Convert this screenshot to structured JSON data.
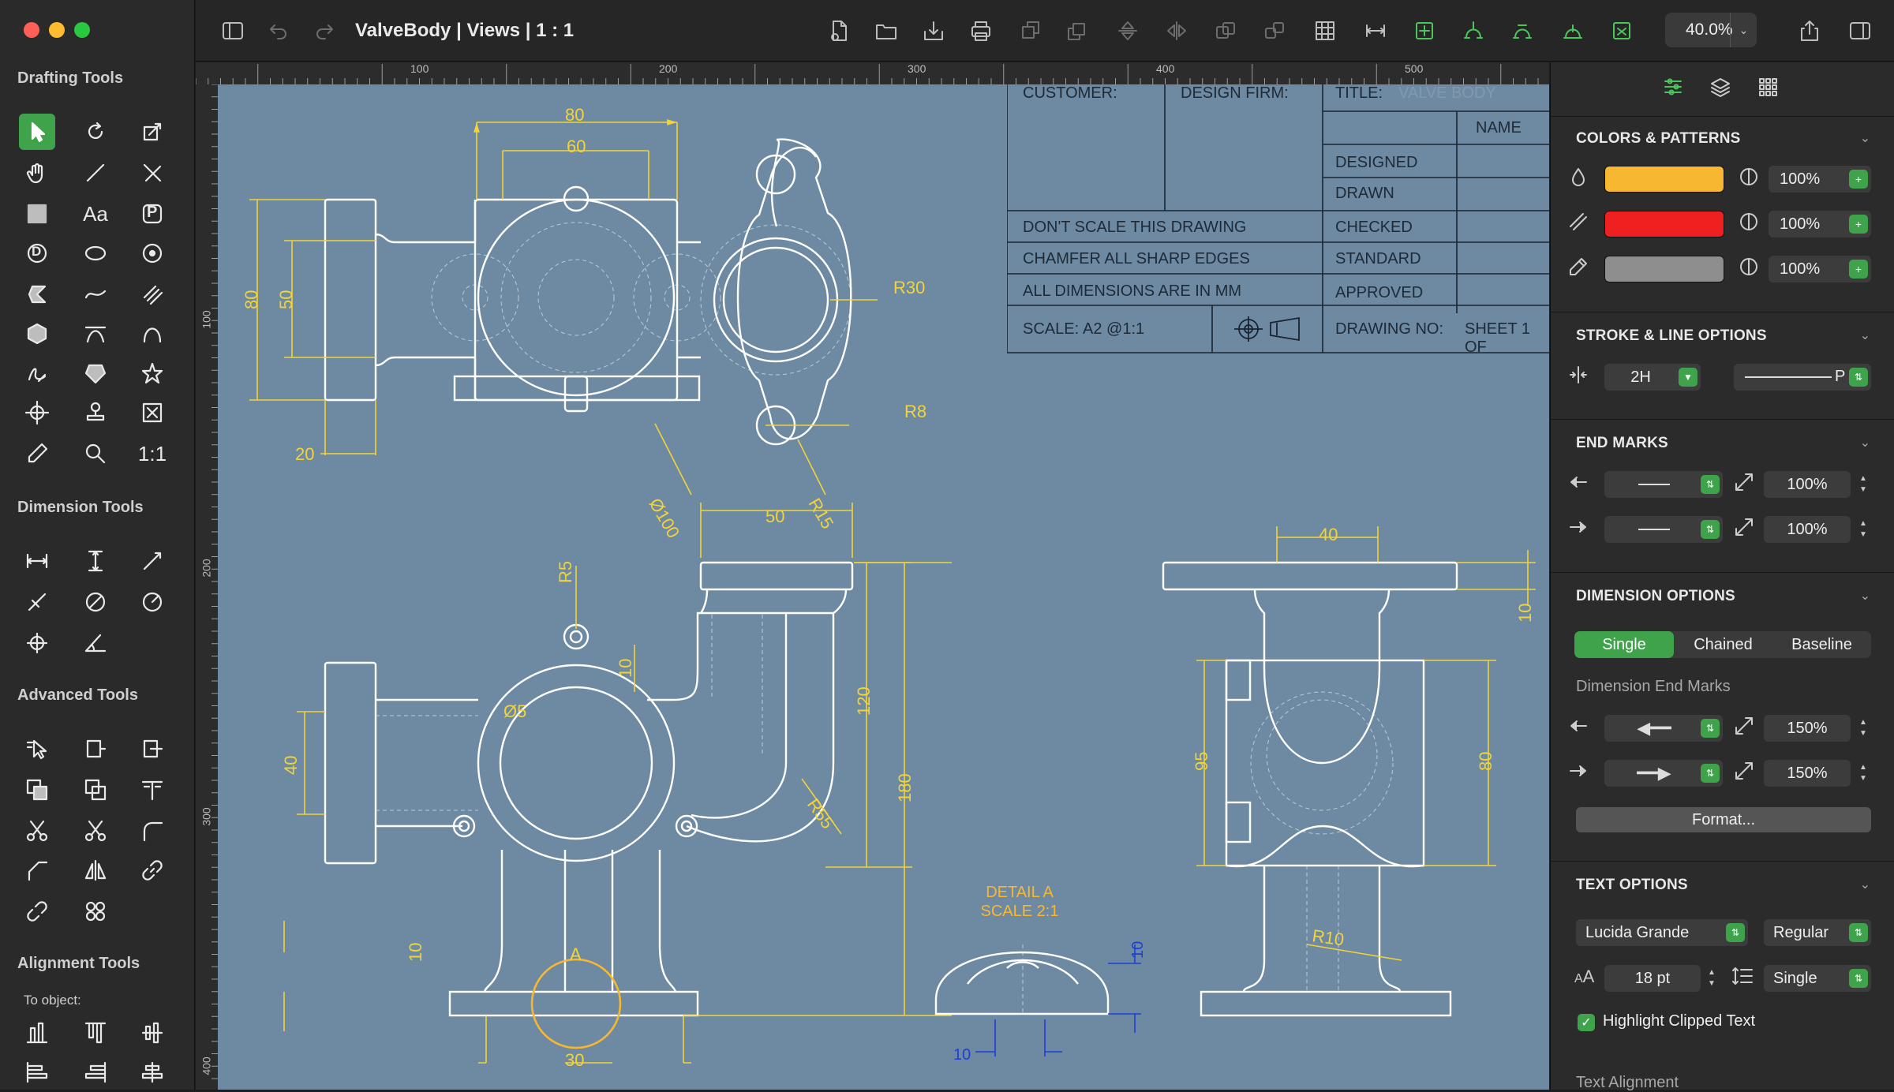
{
  "window": {
    "title": "ValveBody | Views | 1 : 1"
  },
  "sidebar": {
    "sections": {
      "drafting": "Drafting Tools",
      "dimension": "Dimension Tools",
      "advanced": "Advanced Tools",
      "alignment": "Alignment Tools",
      "alignment_sub": "To object:"
    },
    "tool_text_labels": {
      "text": "Aa",
      "scale": "1:1",
      "point": "P",
      "diameter": "D"
    }
  },
  "toolbar": {
    "zoom": "40.0%"
  },
  "rulers": {
    "top_labels": [
      "100",
      "200",
      "300",
      "400",
      "500"
    ],
    "left_labels": [
      "100",
      "200",
      "300",
      "400"
    ]
  },
  "title_block": {
    "customer": "CUSTOMER:",
    "design_firm": "DESIGN FIRM:",
    "title": "TITLE:",
    "title_value": "VALVE BODY",
    "name_header": "NAME",
    "rows": [
      "DESIGNED",
      "DRAWN",
      "CHECKED",
      "STANDARD",
      "APPROVED"
    ],
    "notes": [
      "DON'T SCALE THIS DRAWING",
      "CHAMFER ALL SHARP EDGES",
      "ALL DIMENSIONS ARE IN MM"
    ],
    "scale_label": "SCALE:",
    "scale_value": "A2 @1:1",
    "drawing_no": "DRAWING NO:",
    "sheet": "SHEET 1 OF"
  },
  "drawing": {
    "dims_top_view": [
      "80",
      "60",
      "80",
      "50",
      "20",
      "R30",
      "R8",
      "Ø100",
      "R15"
    ],
    "dims_front_view": [
      "50",
      "R5",
      "10",
      "Ø5",
      "40",
      "120",
      "180",
      "R55",
      "10",
      "A",
      "30"
    ],
    "detail": {
      "title": "DETAIL A",
      "scale": "SCALE 2:1",
      "dims": [
        "10",
        "10"
      ]
    },
    "dims_side_view": [
      "40",
      "10",
      "95",
      "80",
      "R10"
    ]
  },
  "inspector": {
    "tabs": [
      "sliders-icon",
      "layers-icon",
      "grid-icon"
    ],
    "colors": {
      "title": "COLORS & PATTERNS",
      "rows": [
        {
          "color": "#f8b731",
          "opacity": "100%"
        },
        {
          "color": "#ee2020",
          "opacity": "100%"
        },
        {
          "color": "#8e8e8e",
          "opacity": "100%"
        }
      ]
    },
    "stroke": {
      "title": "STROKE & LINE OPTIONS",
      "weight": "2H",
      "pattern": "P"
    },
    "end_marks": {
      "title": "END MARKS",
      "start_scale": "100%",
      "end_scale": "100%"
    },
    "dimension": {
      "title": "DIMENSION OPTIONS",
      "segments": [
        "Single",
        "Chained",
        "Baseline"
      ],
      "end_marks_label": "Dimension End Marks",
      "start_scale": "150%",
      "end_scale": "150%",
      "format_button": "Format..."
    },
    "text": {
      "title": "TEXT OPTIONS",
      "font": "Lucida Grande",
      "style": "Regular",
      "size": "18 pt",
      "spacing": "Single",
      "highlight_label": "Highlight Clipped Text",
      "alignment_label": "Text Alignment"
    }
  },
  "colors": {
    "accent": "#3ea34a",
    "canvas": "#6d8aa2",
    "dimension": "#f2d33a",
    "detail_dim": "#1c3fd8"
  }
}
